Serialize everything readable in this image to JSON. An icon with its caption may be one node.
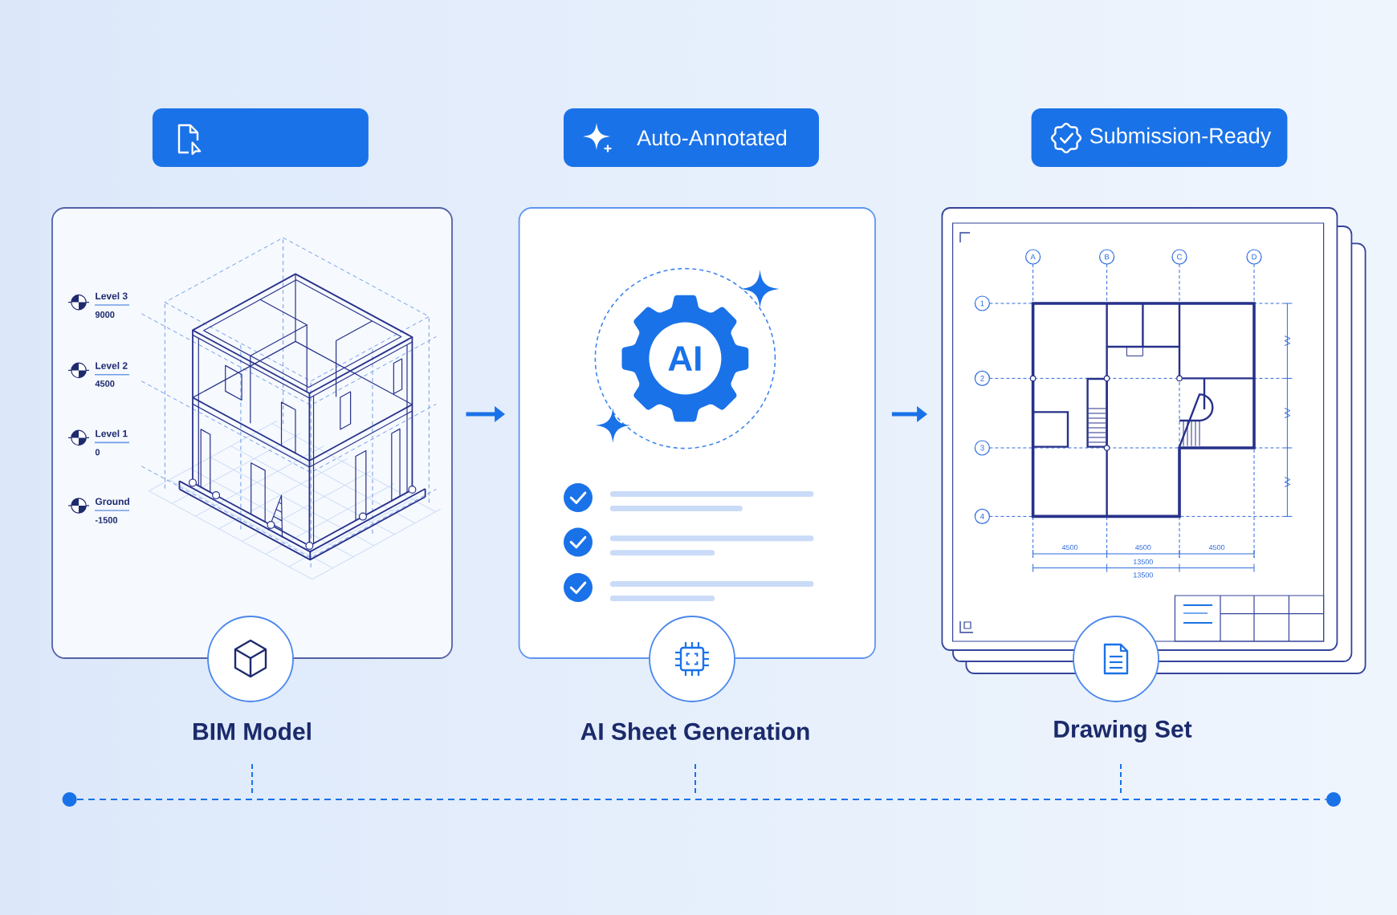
{
  "diagram": {
    "nodes": [
      {
        "text": [],
        "shape": "box"
      },
      {
        "text": [
          "Auto-Annotated"
        ]
      },
      {
        "text": [
          "Submission-Ready"
        ]
      },
      {
        "text": [],
        "shape": "box",
        "beside": [
          "BIM Model"
        ]
      },
      {
        "text": [],
        "shape": "box",
        "beside": [
          "AI Sheet Generation"
        ]
      },
      {
        "text": [
          "AI"
        ],
        "in": 4
      },
      {
        "text": [],
        "shape": "box",
        "beside": [
          "Drawing Set"
        ]
      },
      {
        "text": [
          "A"
        ],
        "in": 6
      },
      {
        "text": [
          "B"
        ],
        "in": 6
      },
      {
        "text": [
          "C"
        ],
        "in": 6
      },
      {
        "text": [
          "D"
        ],
        "in": 6
      },
      {
        "text": [
          "1"
        ],
        "in": 6
      },
      {
        "text": [
          "2"
        ],
        "in": 6
      },
      {
        "text": [
          "3"
        ],
        "in": 6
      },
      {
        "text": [
          "4"
        ],
        "in": 6
      },
      {
        "text": [],
        "shape": "circle"
      },
      {
        "text": [],
        "shape": "circle"
      }
    ],
    "edges": [
      {
        "from": 3,
        "to": 4,
        "arrow": "to"
      },
      {
        "from": 4,
        "to": 6,
        "arrow": "to"
      },
      {
        "from": 15,
        "to": 16,
        "arrow": "none",
        "style": "dashed"
      }
    ],
    "labels": [
      "Level 3",
      "9000",
      "Level 2",
      "4500",
      "Level 1",
      "0",
      "Ground",
      "-1500",
      "4500",
      "4500",
      "4500",
      "13500",
      "13500"
    ]
  }
}
